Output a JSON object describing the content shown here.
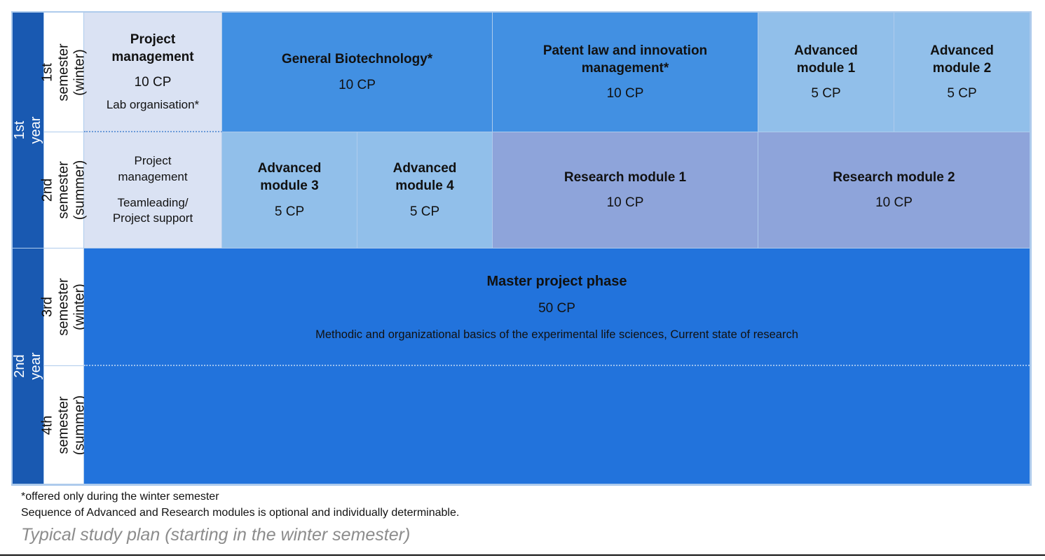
{
  "palette": {
    "year_blue": "#1959B1",
    "master_blue": "#2273DC",
    "core_module_blue": "#4290E2",
    "advanced_module_blue": "#91BFEA",
    "research_module_blue": "#8EA4DA",
    "project_management_lavender": "#DAE2F3",
    "grid_border_blue": "#AECBEC",
    "dotted_divider_blue": "#6C9BD8",
    "caption_gray": "#8C8C8C",
    "bottom_rule_black": "#111111"
  },
  "years": {
    "y1": "1st year",
    "y2": "2nd year"
  },
  "semesters": {
    "s1": "1st semester\n(winter)",
    "s2": "2nd semester\n(summer)",
    "s3": "3rd semester\n(winter)",
    "s4": "4th semester\n(summer)"
  },
  "modules": {
    "project_winter": {
      "title": "Project\nmanagement",
      "credits": "10 CP",
      "note": "Lab organisation*"
    },
    "project_summer": {
      "line1": "Project\nmanagement",
      "line2": "Teamleading/\nProject support"
    },
    "general_biotech": {
      "title": "General Biotechnology*",
      "credits": "10 CP"
    },
    "patent_law": {
      "title": "Patent law and innovation\nmanagement*",
      "credits": "10 CP"
    },
    "advanced1": {
      "title": "Advanced\nmodule 1",
      "credits": "5 CP"
    },
    "advanced2": {
      "title": "Advanced\nmodule 2",
      "credits": "5 CP"
    },
    "advanced3": {
      "title": "Advanced\nmodule 3",
      "credits": "5 CP"
    },
    "advanced4": {
      "title": "Advanced\nmodule 4",
      "credits": "5 CP"
    },
    "research1": {
      "title": "Research module 1",
      "credits": "10 CP"
    },
    "research2": {
      "title": "Research module 2",
      "credits": "10 CP"
    },
    "master": {
      "title": "Master project phase",
      "credits": "50 CP",
      "description": "Methodic and organizational basics of the experimental life sciences, Current state of research"
    }
  },
  "footnotes": [
    "*offered only during the winter semester",
    "Sequence of Advanced and Research modules is optional and individually determinable."
  ],
  "caption": "Typical study plan (starting in the winter semester)"
}
